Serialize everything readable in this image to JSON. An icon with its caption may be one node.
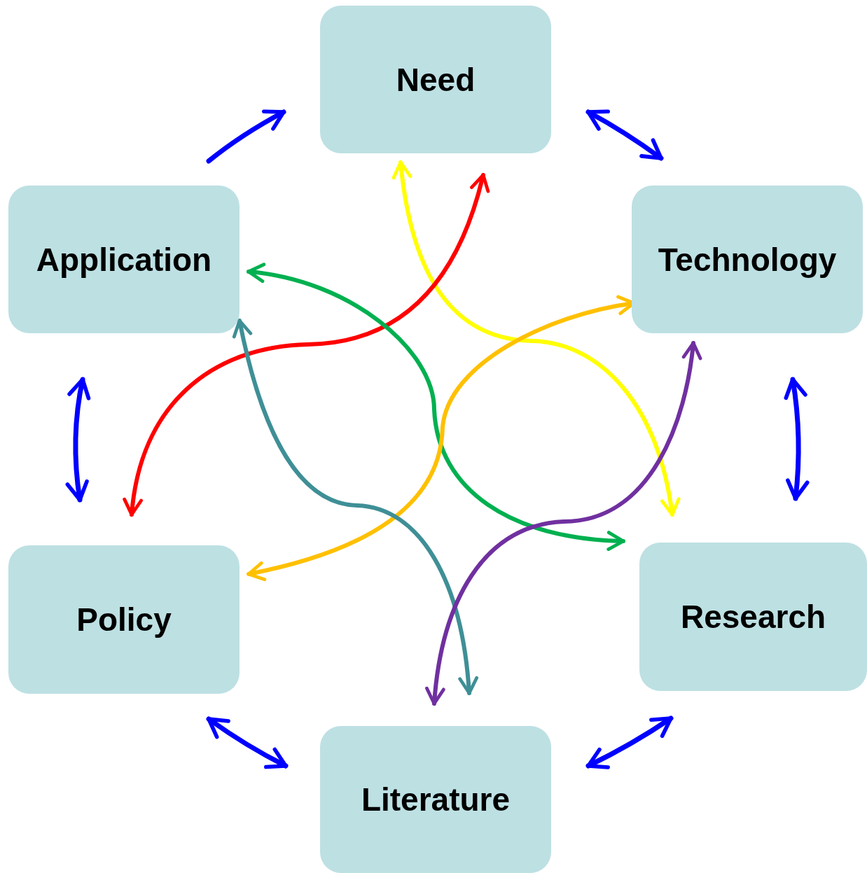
{
  "diagram": {
    "nodes": [
      {
        "text": [
          "Need"
        ]
      },
      {
        "text": [
          "Application"
        ]
      },
      {
        "text": [
          "Technology"
        ]
      },
      {
        "text": [
          "Policy"
        ]
      },
      {
        "text": [
          "Research"
        ]
      },
      {
        "text": [
          "Literature"
        ]
      }
    ],
    "edges": [
      {
        "from": 1,
        "to": 0,
        "arrow": "to"
      },
      {
        "from": 0,
        "to": 2,
        "arrow": "both"
      },
      {
        "from": 2,
        "to": 4,
        "arrow": "both"
      },
      {
        "from": 4,
        "to": 5,
        "arrow": "both"
      },
      {
        "from": 5,
        "to": 3,
        "arrow": "both"
      },
      {
        "from": 3,
        "to": 1,
        "arrow": "both"
      },
      {
        "from": 0,
        "to": 4,
        "arrow": "both",
        "color": "#ffff00"
      },
      {
        "from": 0,
        "to": 3,
        "arrow": "both",
        "color": "#ff0000"
      },
      {
        "from": 1,
        "to": 4,
        "arrow": "both",
        "color": "#00b050"
      },
      {
        "from": 2,
        "to": 3,
        "arrow": "both",
        "color": "#ffc000"
      },
      {
        "from": 1,
        "to": 5,
        "arrow": "both",
        "color": "#3f8f96"
      },
      {
        "from": 2,
        "to": 5,
        "arrow": "both",
        "color": "#7030a0"
      }
    ]
  }
}
